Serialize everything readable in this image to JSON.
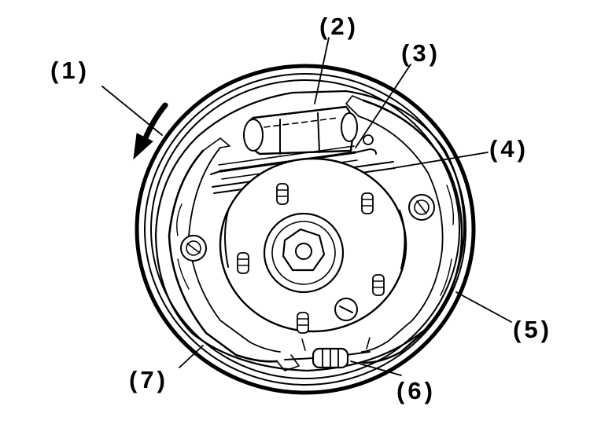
{
  "callouts": [
    {
      "id": "1",
      "text": "(1)"
    },
    {
      "id": "2",
      "text": "(2)"
    },
    {
      "id": "3",
      "text": "(3)"
    },
    {
      "id": "4",
      "text": "(4)"
    },
    {
      "id": "5",
      "text": "(5)"
    },
    {
      "id": "6",
      "text": "(6)"
    },
    {
      "id": "7",
      "text": "(7)"
    }
  ],
  "colors": {
    "ink": "#000000",
    "paper": "#ffffff"
  },
  "rotation_arrow": {
    "direction": "counter-clockwise"
  }
}
